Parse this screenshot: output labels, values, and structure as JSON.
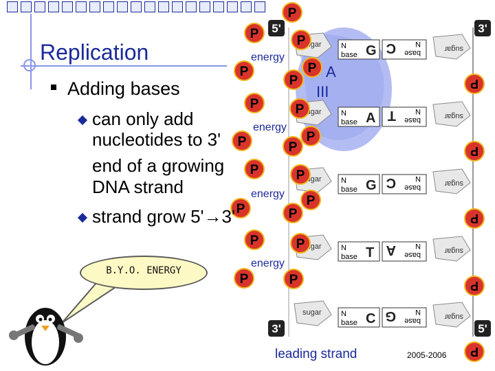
{
  "slide": {
    "title": "Replication",
    "bullet": "Adding bases",
    "sub_points": [
      "can only add",
      "nucleotides to 3'",
      "end of a growing",
      "DNA strand"
    ],
    "sub_point_2": "strand grow 5'→3'",
    "bubble_text": "B.Y.O. ENERGY",
    "caption": "leading strand",
    "year": "2005-2006"
  },
  "diagram": {
    "enzyme_label_1": "A",
    "enzyme_label_2": "III",
    "phosphate_label": "P",
    "energy_label": "energy",
    "sugar_label": "sugar",
    "base_label": "base",
    "n_label": "N",
    "end_5": "5'",
    "end_3": "3'",
    "pairs": [
      {
        "left": "G",
        "right": "C"
      },
      {
        "left": "A",
        "right": "T"
      },
      {
        "left": "G",
        "right": "C"
      },
      {
        "left": "T",
        "right": "A"
      },
      {
        "left": "C",
        "right": "G"
      }
    ]
  },
  "colors": {
    "title": "#1a2a9a",
    "phosphate_fill": "#d9342b",
    "phosphate_ring": "#f0b820",
    "sugar_fill": "#e8e8e8",
    "enzyme_blob": "#9ba7ef"
  }
}
